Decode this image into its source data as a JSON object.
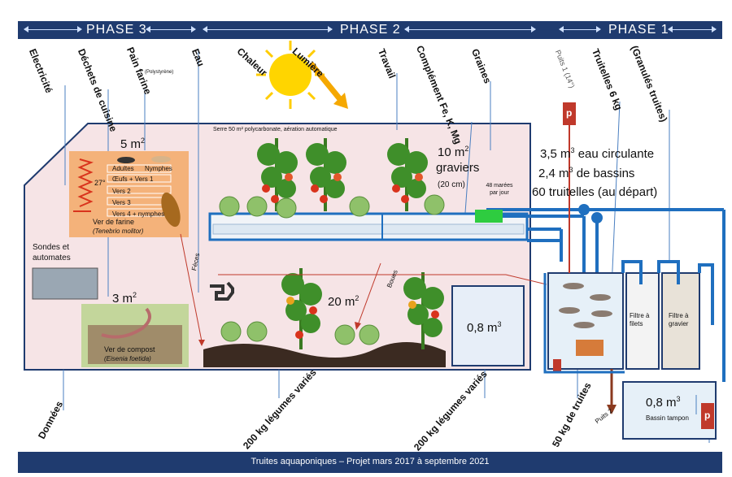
{
  "header": {
    "phase3": "PHASE 3",
    "phase2": "PHASE 2",
    "phase1": "PHASE 1"
  },
  "inputs": {
    "electricite": "Electricité",
    "dechets": "Déchets de cuisine",
    "pain_farine": "Pain farine",
    "pain_farine_sub": "(Polystyrène)",
    "eau": "Eau",
    "chaleur": "Chaleur",
    "lumiere": "Lumière",
    "travail": "Travail",
    "complement": "Complément Fe, K, Mg",
    "graines": "Graines",
    "puits1": "Puits 1 (14°)",
    "truitelles": "Truitelles 6 kg",
    "granules": "(Granulés truites)"
  },
  "greenhouse": {
    "serre": "Serre 50 m² polycarbonate, aération automatique",
    "sondes": "Sondes et automates",
    "feces": "Fèces",
    "boues": "Boues"
  },
  "mealworm": {
    "area": "5 m",
    "area_sup": "2",
    "temp": "27°",
    "stages": [
      "Adultes",
      "Nymphes",
      "Œufs + Vers 1",
      "Vers 2",
      "Vers 3",
      "Vers 4 + nymphes"
    ],
    "title": "Ver de farine",
    "latin": "(Tenebrio molitor)"
  },
  "compost": {
    "area": "3 m",
    "area_sup": "2",
    "title": "Ver de compost",
    "latin": "(Eisenia foetida)"
  },
  "gravel": {
    "area": "10 m",
    "area_sup": "2",
    "word": "graviers",
    "depth": "(20 cm)",
    "marees": "48 marées par jour"
  },
  "soil": {
    "area": "20 m",
    "area_sup": "2"
  },
  "tank": {
    "volume": "0,8 m",
    "sup": "3"
  },
  "fish": {
    "line1": "3,5 m",
    "line1_sup": "3",
    "line1_rest": " eau circulante",
    "line2": "2,4 m",
    "line2_sup": "3",
    "line2_rest": " de bassins",
    "line3": "60 truitelles (au départ)",
    "filtre_filets": "Filtre à filets",
    "filtre_gravier": "Filtre à gravier",
    "p_label": "p",
    "puits2": "Puits 2"
  },
  "tampon": {
    "volume": "0,8 m",
    "sup": "3",
    "label": "Bassin tampon"
  },
  "outputs": {
    "donnees": "Données",
    "legumes1": "200 kg légumes variés",
    "legumes2": "200 kg légumes variés",
    "truites": "50 kg de truites"
  },
  "footer": "Truites aquaponiques  –  Projet  mars 2017  à septembre  2021",
  "colors": {
    "bar": "#1f3b6f",
    "greenhouse_fill": "#f6e4e6",
    "greenhouse_stroke": "#1f3b6f",
    "pipe": "#1f6fbf",
    "orange_box": "#f4b27a",
    "green_box": "#c3d69b",
    "red": "#c0392b"
  }
}
